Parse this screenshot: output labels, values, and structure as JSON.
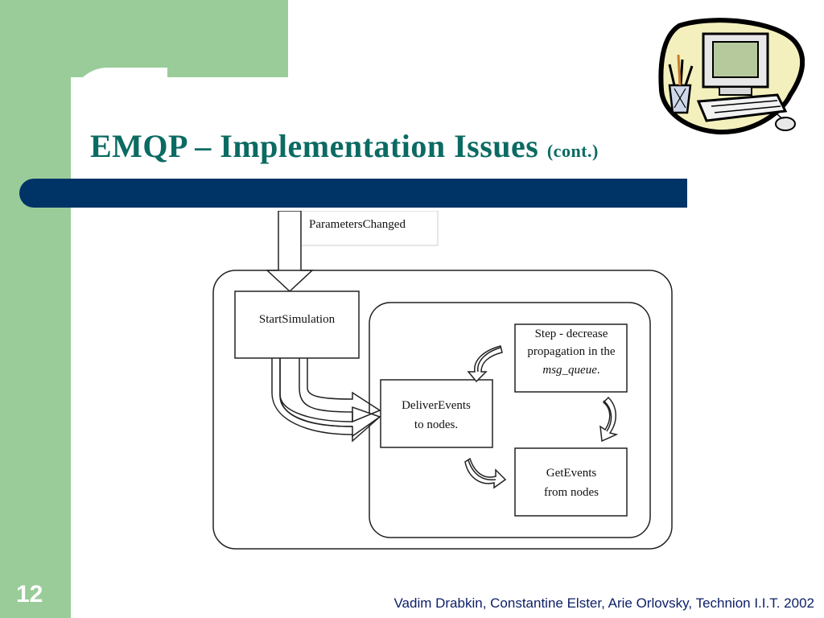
{
  "slide": {
    "title_main": "EMQP – Implementation Issues",
    "title_cont": "(cont.)",
    "number": "12",
    "footer": "Vadim Drabkin, Constantine Elster, Arie Orlovsky, Technion I.I.T. 2002"
  },
  "clipart": {
    "icon": "computer-with-pencil-cup-icon"
  },
  "diagram": {
    "parameters_changed": "ParametersChanged",
    "start_simulation": "StartSimulation",
    "deliver_events": [
      "DeliverEvents",
      "to nodes."
    ],
    "step_lines": [
      "Step - decrease",
      "propagation in the"
    ],
    "step_italic": "msg_queue",
    "step_period": ".",
    "get_events": [
      "GetEvents",
      "from nodes"
    ]
  },
  "colors": {
    "green": "#99cc99",
    "title": "#0b6b63",
    "bar": "#003366",
    "footer": "#0b1e66"
  }
}
